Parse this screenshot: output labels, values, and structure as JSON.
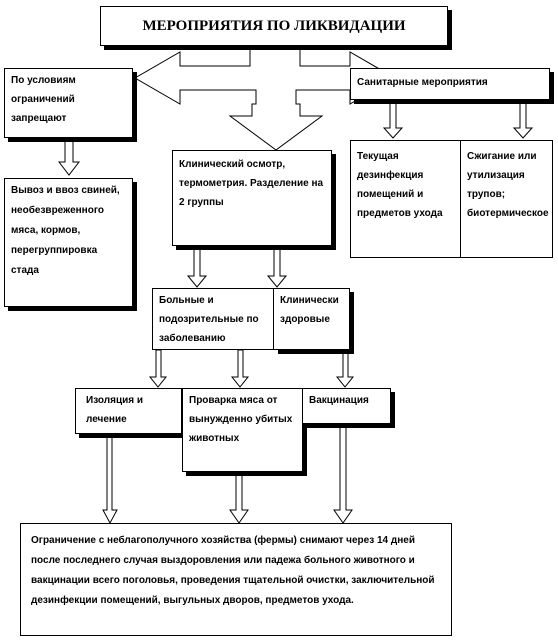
{
  "title": "МЕРОПРИЯТИЯ ПО ЛИКВИДАЦИИ",
  "left_branch": {
    "heading": "По условиям ограничений запрещают",
    "detail": "Вывоз и ввоз свиней, необезвреженного мяса, кормов, перегруппировка стада"
  },
  "center_branch": {
    "heading": "Клинический осмотр, термометрия. Разделение на 2 группы",
    "group_sick": "Больные и подозрительные по заболеванию",
    "group_healthy": "Клинически здоровые"
  },
  "right_branch": {
    "heading": "Санитарные мероприятия",
    "disinfection": "Текущая дезинфекция помещений и предметов ухода",
    "carcass_disposal": "Сжигание или утилизация трупов; биотермическое"
  },
  "actions": {
    "isolation": "Изоляция и лечение",
    "meat_check": "Проварка мяса от вынужденно убитых животных",
    "vaccination": "Вакцинация"
  },
  "conclusion": "Ограничение с неблагополучного хозяйства (фермы) снимают через 14 дней после последнего случая выздоровления или падежа больного животного и вакцинации всего поголовья, проведения тщательной очистки, заключительной дезинфекции помещений, выгульных дворов, предметов ухода."
}
